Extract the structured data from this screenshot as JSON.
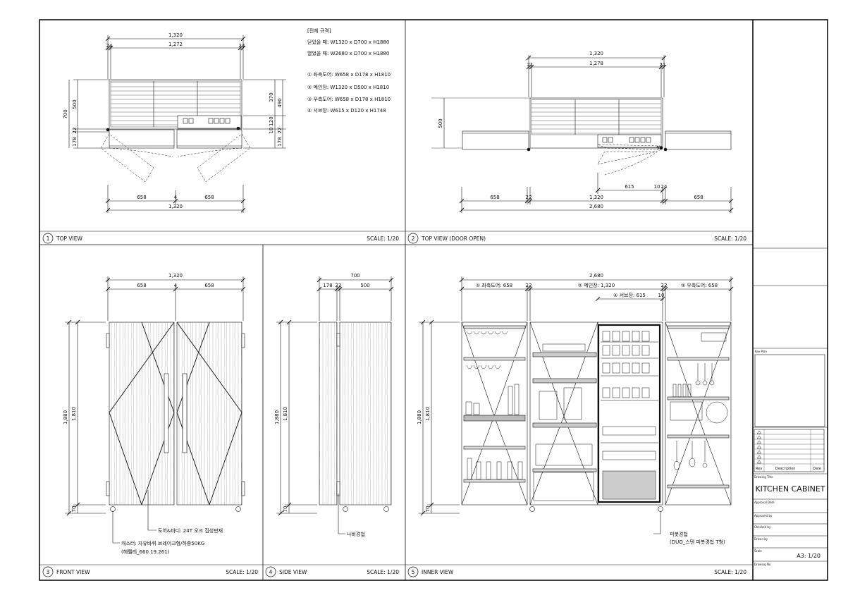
{
  "sheet": {
    "title_block": {
      "key_plan": "Key Plan",
      "rev_table": {
        "rev": "Rev",
        "description": "Description",
        "date": "Date"
      },
      "drawing_title_label": "Drawing Title",
      "drawing_title": "KITCHEN CABINET",
      "approval_date_label": "Approval Date",
      "approved_by_label": "Approved by",
      "checked_by_label": "Checked by",
      "drawn_by_label": "Drawn by",
      "scale_label": "Scale",
      "scale_value": "A3: 1/20",
      "drawing_no_label": "Drawing No."
    }
  },
  "views": {
    "top": {
      "num": "1",
      "title": "TOP VIEW",
      "scale": "SCALE: 1/20",
      "dims": {
        "w_total": "1,320",
        "w_inner": "1,272",
        "side": "24",
        "d_total": "700",
        "d_body": "500",
        "d_door": "178",
        "d_gap": "22",
        "r1": "370",
        "r2": "490",
        "r3": "120",
        "r4": "10",
        "r5": "22",
        "r6": "178",
        "b1": "658",
        "b2": "658",
        "b3": "4",
        "b_total": "1,320"
      }
    },
    "top_open": {
      "num": "2",
      "title": "TOP VIEW (DOOR OPEN)",
      "scale": "SCALE: 1/20",
      "dims": {
        "w_total": "1,320",
        "w_inner": "1,278",
        "side": "21",
        "d_body": "500",
        "b_left": "658",
        "b_gap": "22",
        "b_mid": "1,320",
        "b_right": "658",
        "b_sub": "615",
        "b_sub2": "10",
        "b_sub3": "24",
        "b_total": "2,680",
        "b_hinge": "50"
      }
    },
    "front": {
      "num": "3",
      "title": "FRONT VIEW",
      "scale": "SCALE: 1/20",
      "dims": {
        "w_total": "1,320",
        "w1": "658",
        "w2": "658",
        "w_mid": "4",
        "h_total": "1,880",
        "h_body": "1,810",
        "h_base": "70"
      },
      "notes": {
        "door": "도어&바디: 24T 오크 집성판재",
        "caster": "캐스터: 자유바퀴 브레이크형/하중50KG",
        "caster_code": "(헤펠레_660.19.261)"
      }
    },
    "side": {
      "num": "4",
      "title": "SIDE VIEW",
      "scale": "SCALE: 1/20",
      "dims": {
        "d_total": "700",
        "d1": "178",
        "d2": "22",
        "d3": "500",
        "h_total": "1,880",
        "h_body": "1,810",
        "h_base": "70"
      },
      "notes": {
        "hinge": "나비경첩"
      }
    },
    "inner": {
      "num": "5",
      "title": "INNER VIEW",
      "scale": "SCALE: 1/20",
      "dims": {
        "w_total": "2,680",
        "left": "① 좌측도어: 658",
        "gap": "22",
        "main": "② 메인장: 1,320",
        "right": "③ 우측도어: 658",
        "sub": "④ 서브장: 615",
        "sub_gap": "10",
        "h_total": "1,880",
        "h_body": "1,810",
        "h_base": "70"
      },
      "notes": {
        "pivot": "피봇경첩",
        "pivot_detail": "(DUO_스텐 피봇경첩 T형)"
      }
    }
  },
  "specs": {
    "header": "[전체 규격]",
    "closed": "닫았을 때: W1320 x D700 x H1880",
    "opened": "열었을 때: W2680 x D700 x H1880",
    "items": [
      "① 좌측도어: W658 x D178 x H1810",
      "② 메인장: W1320 x D500 x H1810",
      "③ 우측도어: W658 x D178 x H1810",
      "④ 서브장: W615 x D120 x H1748"
    ]
  }
}
